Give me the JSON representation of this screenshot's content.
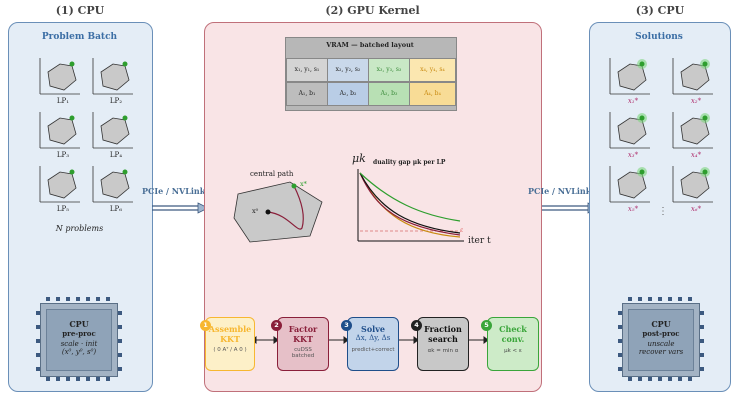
{
  "headers": {
    "cpu_left": "(1) CPU",
    "gpu": "(2) GPU Kernel",
    "cpu_right": "(3) CPU"
  },
  "batch": {
    "title": "Problem Batch",
    "lp_labels": [
      "LP₁",
      "LP₂",
      "LP₃",
      "LP₄",
      "LP₅",
      "LP₆"
    ],
    "count_text": "N problems"
  },
  "preproc": {
    "title": "CPU",
    "subtitle": "pre-proc",
    "line1": "scale · init",
    "line2": "(x⁰, y⁰, s⁰)"
  },
  "links": {
    "left": "PCIe / NVLink",
    "right": "PCIe / NVLink"
  },
  "vram": {
    "title": "VRAM — batched layout",
    "row1": [
      "x₁, y₁, s₁",
      "x₂, y₂, s₂",
      "x₃, y₃, s₃",
      "x₄, y₄, s₄"
    ],
    "row2": [
      "A₁, b₁",
      "A₂, b₂",
      "A₃, b₃",
      "A₄, b₄"
    ]
  },
  "central_path": {
    "label": "central path",
    "start": "x⁰",
    "end": "x*"
  },
  "duality": {
    "ylabel": "μk",
    "title": "duality gap μk per LP",
    "xlabel": "iter t",
    "eps": "ε"
  },
  "steps": [
    {
      "num": "1",
      "title": "Assemble",
      "title2": "KKT",
      "sub": "( 0  Aᵀ / A  0 )"
    },
    {
      "num": "2",
      "title": "Factor",
      "title2": "KKT",
      "sub": "cuDSS",
      "sub2": "batched"
    },
    {
      "num": "3",
      "title": "Solve",
      "title2": "Δx, Δy, Δs",
      "sub": "predict+correct"
    },
    {
      "num": "4",
      "title": "Fraction",
      "title2": "search",
      "sub": "αk = min α"
    },
    {
      "num": "5",
      "title": "Check",
      "title2": "conv.",
      "sub": "μk < ε"
    }
  ],
  "solutions": {
    "title": "Solutions",
    "labels": [
      "x₁*",
      "x₂*",
      "x₃*",
      "x₄*",
      "x₅*",
      "x₆*"
    ],
    "ellipsis": "⋮"
  },
  "postproc": {
    "title": "CPU",
    "subtitle": "post-proc",
    "line1": "unscale",
    "line2": "recover vars"
  },
  "colors": {
    "cpu_fill": "#e4edf6",
    "gpu_fill": "#f9e4e6",
    "optimum": "#2e9e2e",
    "step1": "#f7b731",
    "step2": "#8a1f3a",
    "step3": "#1f4e8a",
    "step4": "#222222",
    "step5": "#3aa53a"
  }
}
